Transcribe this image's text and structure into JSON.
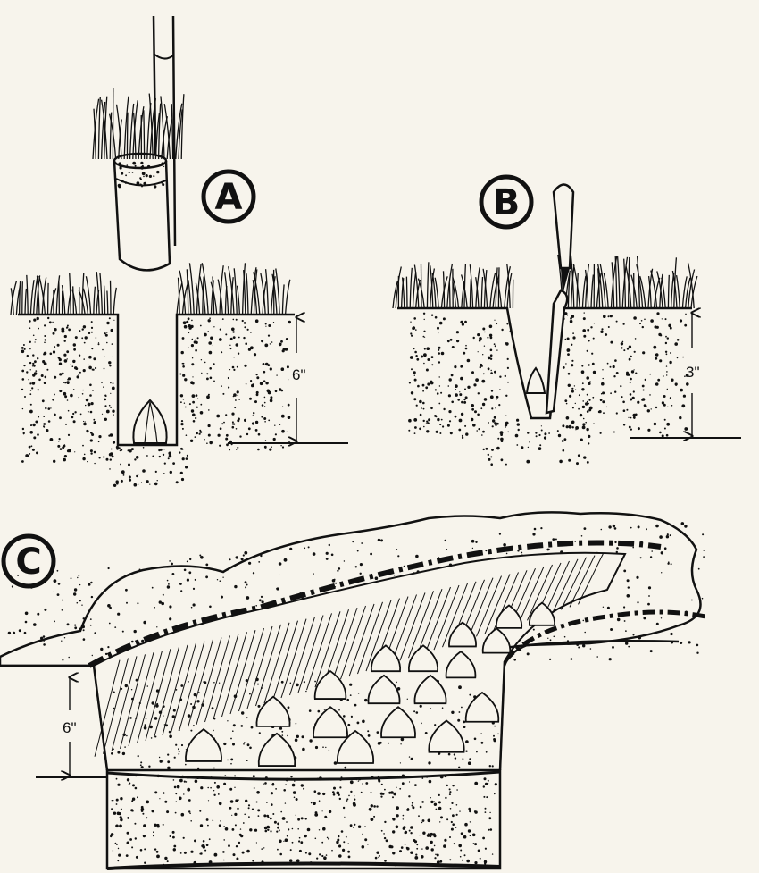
{
  "panels": {
    "a": {
      "label": "A",
      "depth_label": "6\""
    },
    "b": {
      "label": "B",
      "depth_label": "3\""
    },
    "c": {
      "label": "C",
      "depth_label": "6\""
    }
  },
  "colors": {
    "ink": "#111111",
    "paper": "#f7f4ec"
  }
}
